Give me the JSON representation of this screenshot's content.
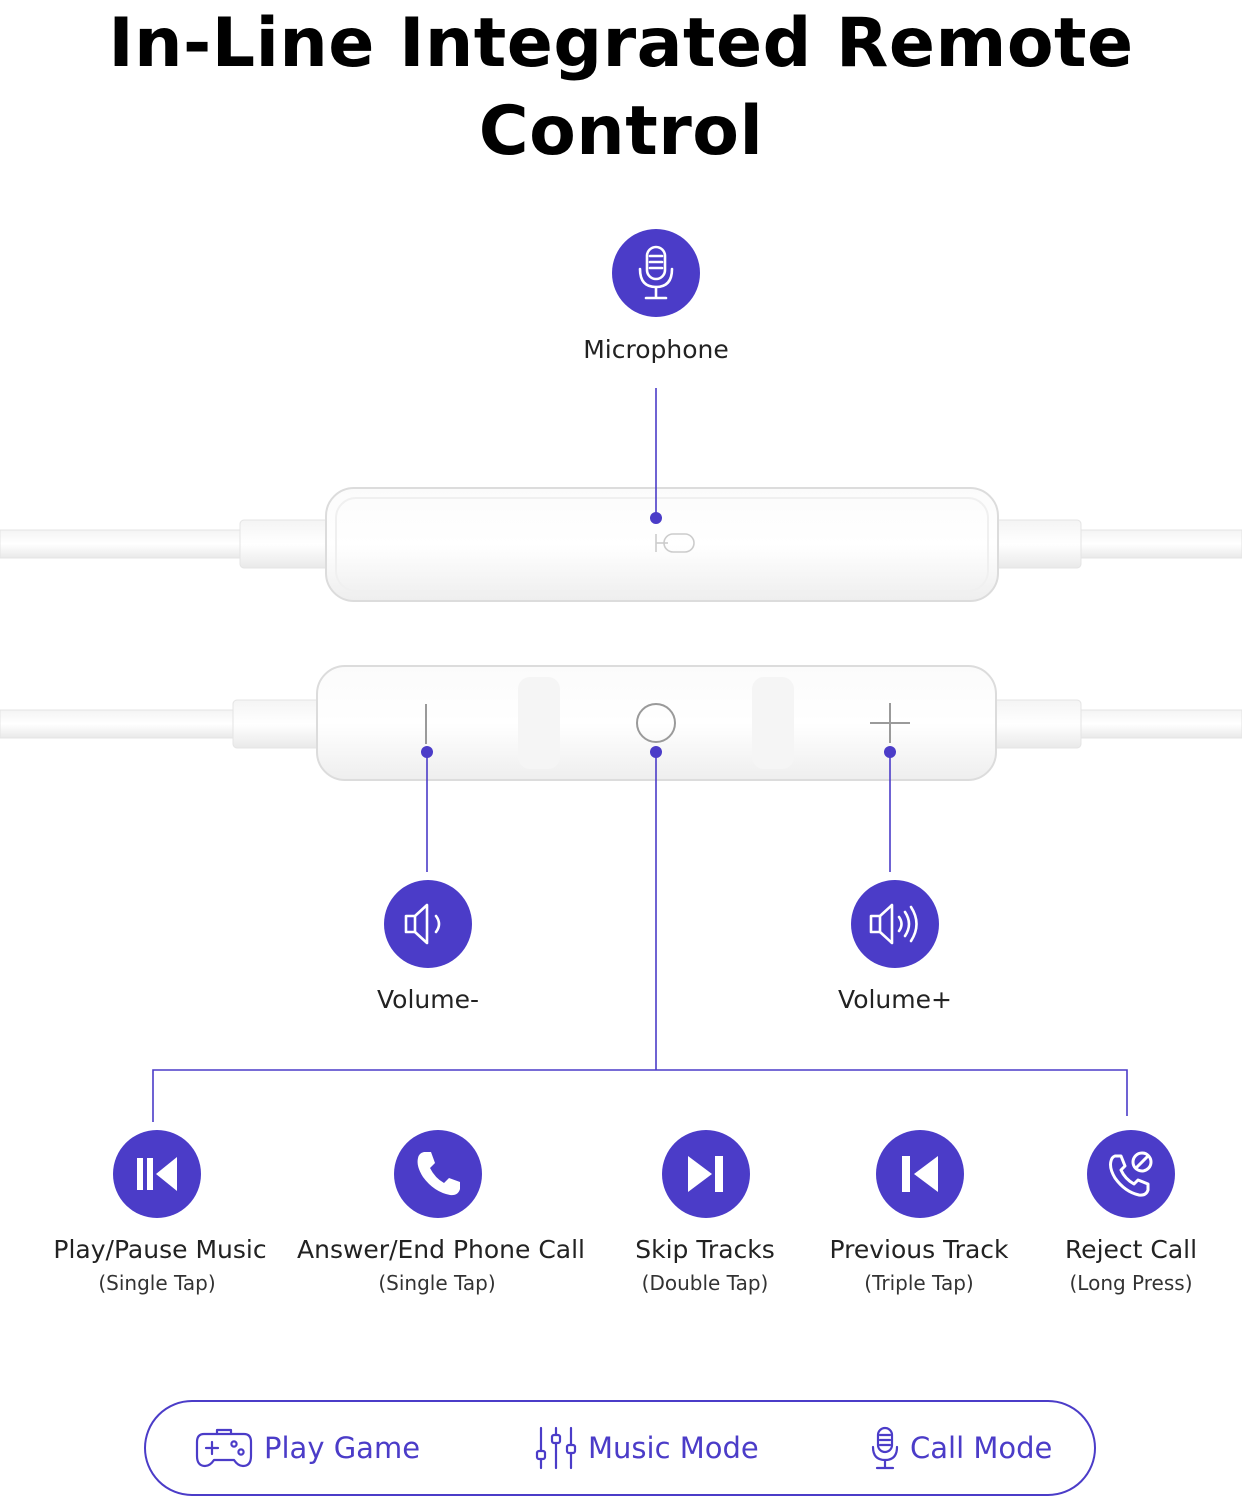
{
  "title": {
    "line1": "In-Line Integrated Remote",
    "line2": "Control"
  },
  "colors": {
    "accent": "#4b3cc8",
    "remote_body": "#ffffff",
    "remote_edge": "#e2e2e2"
  },
  "microphone": {
    "label": "Microphone",
    "icon": "microphone-icon"
  },
  "volume_down": {
    "label": "Volume-",
    "icon": "volume-down-icon"
  },
  "volume_up": {
    "label": "Volume+",
    "icon": "volume-up-icon"
  },
  "functions": [
    {
      "label": "Play/Pause Music",
      "sub": "(Single Tap)",
      "icon": "play-pause-icon"
    },
    {
      "label": "Answer/End Phone Call",
      "sub": "(Single Tap)",
      "icon": "phone-icon"
    },
    {
      "label": "Skip Tracks",
      "sub": "(Double Tap)",
      "icon": "skip-forward-icon"
    },
    {
      "label": "Previous Track",
      "sub": "(Triple Tap)",
      "icon": "skip-back-icon"
    },
    {
      "label": "Reject Call",
      "sub": "(Long Press)",
      "icon": "reject-call-icon"
    }
  ],
  "modes": [
    {
      "label": "Play Game",
      "icon": "gamepad-icon"
    },
    {
      "label": "Music Mode",
      "icon": "equalizer-icon"
    },
    {
      "label": "Call Mode",
      "icon": "microphone-icon"
    }
  ]
}
